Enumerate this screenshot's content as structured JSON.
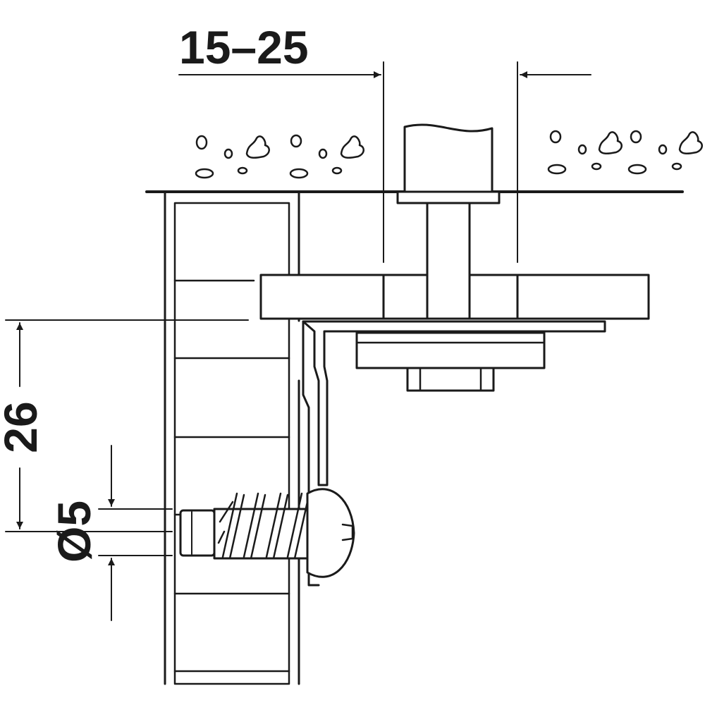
{
  "dimensions": {
    "gap_range": "15–25",
    "height_offset": "26",
    "diameter": "Ø5"
  },
  "colors": {
    "line": "#1a1a1a",
    "background": "#ffffff"
  }
}
